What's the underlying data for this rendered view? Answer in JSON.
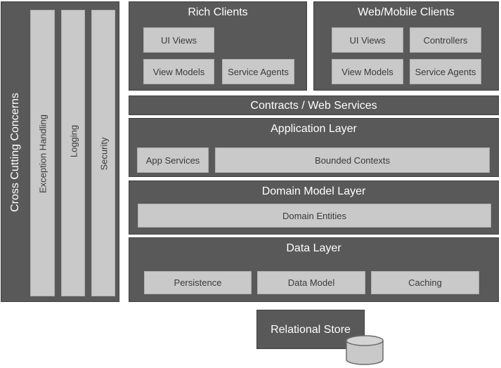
{
  "cross_cutting": {
    "title": "Cross Cutting Concerns",
    "columns": [
      "Exception Handling",
      "Logging",
      "Security"
    ]
  },
  "rich_clients": {
    "title": "Rich Clients",
    "items": [
      "UI Views",
      "View Models",
      "Service Agents"
    ]
  },
  "web_mobile_clients": {
    "title": "Web/Mobile Clients",
    "items": [
      "UI Views",
      "Controllers",
      "View Models",
      "Service Agents"
    ]
  },
  "contracts": {
    "title": "Contracts / Web Services"
  },
  "application_layer": {
    "title": "Application Layer",
    "items": [
      "App Services",
      "Bounded Contexts"
    ]
  },
  "domain_model_layer": {
    "title": "Domain Model Layer",
    "items": [
      "Domain Entities"
    ]
  },
  "data_layer": {
    "title": "Data Layer",
    "items": [
      "Persistence",
      "Data Model",
      "Caching"
    ]
  },
  "relational_store": {
    "title": "Relational Store",
    "icon": "database-cylinder-icon"
  },
  "colors": {
    "dark": "#595959",
    "light": "#c9c9c9",
    "text_on_dark": "#ffffff",
    "text_on_light": "#3a3a3a"
  }
}
